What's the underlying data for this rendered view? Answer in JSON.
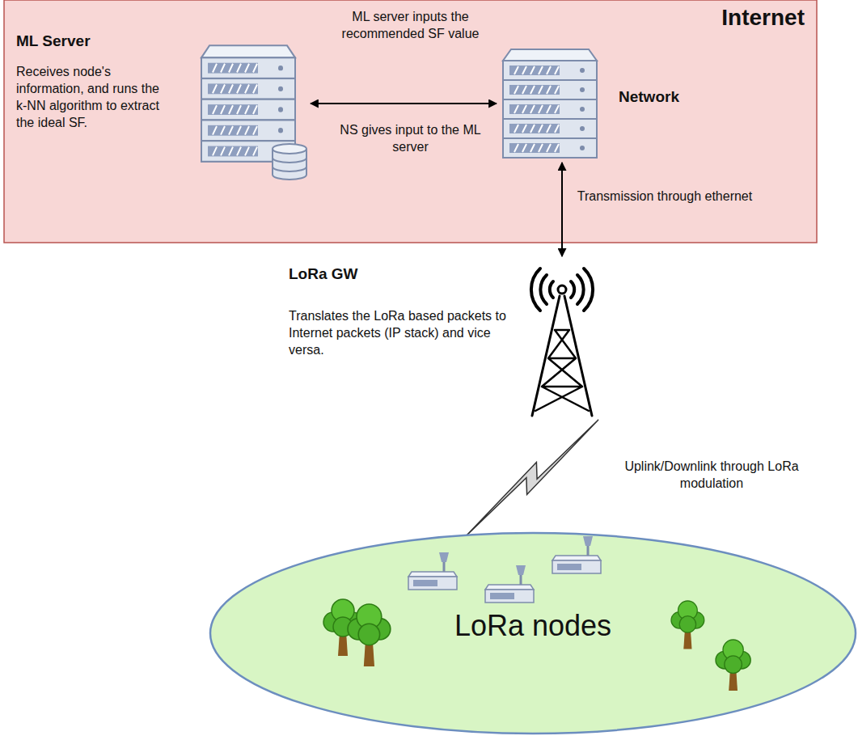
{
  "diagram": {
    "nodes": [
      {
        "text": [
          "Internet"
        ]
      },
      {
        "text": [
          "ML Server",
          "Receives node's information, and runs the k-NN algorithm to extract the ideal SF."
        ],
        "in": 0
      },
      {
        "text": [
          "Network"
        ],
        "in": 0
      },
      {
        "text": [
          "LoRa GW",
          "Translates the LoRa based packets to Internet packets (IP stack) and vice versa."
        ]
      },
      {
        "text": [
          "LoRa nodes"
        ]
      }
    ],
    "edges": [
      {
        "from": 1,
        "to": 2,
        "arrow": "both",
        "label": "ML server inputs the recommended SF value"
      },
      {
        "from": 2,
        "to": 3,
        "arrow": "both",
        "label": "Transmission through ethernet"
      },
      {
        "from": 3,
        "to": 4,
        "arrow": "none",
        "label": "Uplink/Downlink through LoRa modulation"
      }
    ],
    "labels": [
      "NS gives input to the ML server"
    ]
  }
}
